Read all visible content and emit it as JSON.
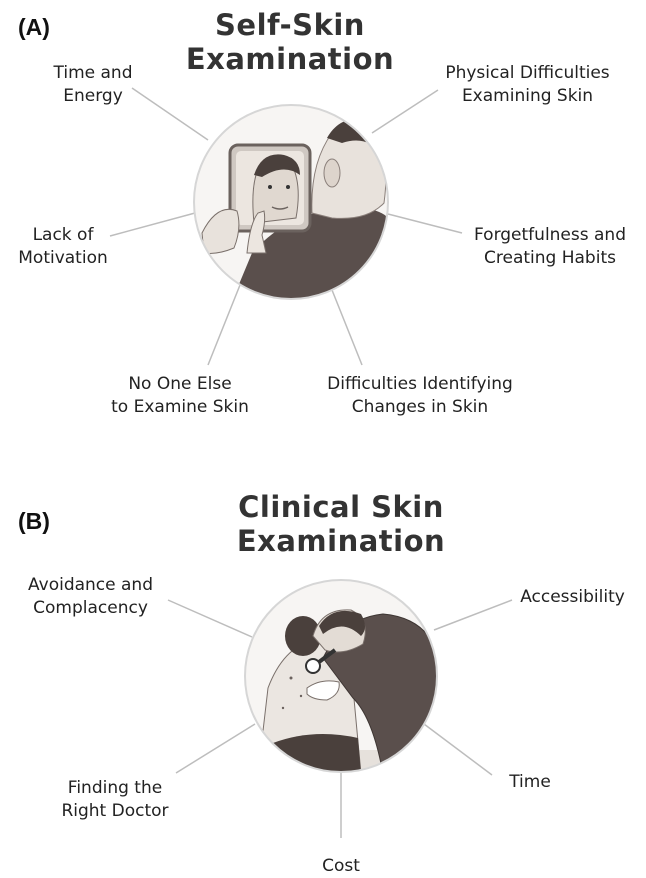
{
  "panel_a": {
    "tag": "(A)",
    "title_line1": "Self-Skin",
    "title_line2": "Examination",
    "labels": [
      {
        "line1": "Time and",
        "line2": "Energy"
      },
      {
        "line1": "Physical Difficulties",
        "line2": "Examining Skin"
      },
      {
        "line1": "Lack of",
        "line2": "Motivation"
      },
      {
        "line1": "Forgetfulness and",
        "line2": "Creating Habits"
      },
      {
        "line1": "No One Else",
        "line2": "to Examine Skin"
      },
      {
        "line1": "Difficulties Identifying",
        "line2": "Changes in Skin"
      }
    ],
    "illustration": "man-examining-face-in-mirror-illustration"
  },
  "panel_b": {
    "tag": "(B)",
    "title_line1": "Clinical Skin",
    "title_line2": "Examination",
    "labels": [
      {
        "line1": "Avoidance and",
        "line2": "Complacency"
      },
      {
        "line1": "Accessibility",
        "line2": ""
      },
      {
        "line1": "Finding the",
        "line2": "Right Doctor"
      },
      {
        "line1": "Time",
        "line2": ""
      },
      {
        "line1": "Cost",
        "line2": ""
      }
    ],
    "illustration": "doctor-examining-patient-back-illustration"
  },
  "colors": {
    "connector": "#bdbdbd",
    "circle_border": "#d6d6d6",
    "skin": "#e8e2dc",
    "shirt": "#5a4f4c",
    "hair": "#4a403c"
  }
}
